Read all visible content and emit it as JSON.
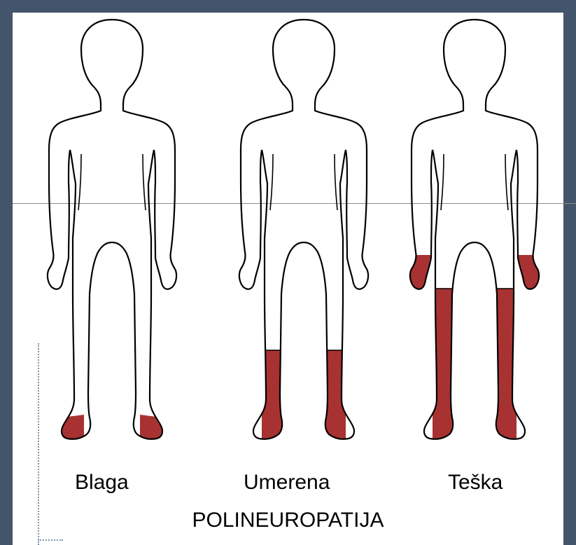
{
  "labels": {
    "mild": "Blaga",
    "moderate": "Umerena",
    "severe": "Teška"
  },
  "title": "POLINEUROPATIJA",
  "colors": {
    "affected": "#a83232",
    "outline": "#000000",
    "frame": "#44546a",
    "background": "#ffffff"
  },
  "figures": [
    {
      "severity": "mild",
      "affected_regions": [
        "feet"
      ]
    },
    {
      "severity": "moderate",
      "affected_regions": [
        "feet",
        "lower legs"
      ]
    },
    {
      "severity": "severe",
      "affected_regions": [
        "feet",
        "lower legs",
        "knees",
        "hands"
      ]
    }
  ]
}
